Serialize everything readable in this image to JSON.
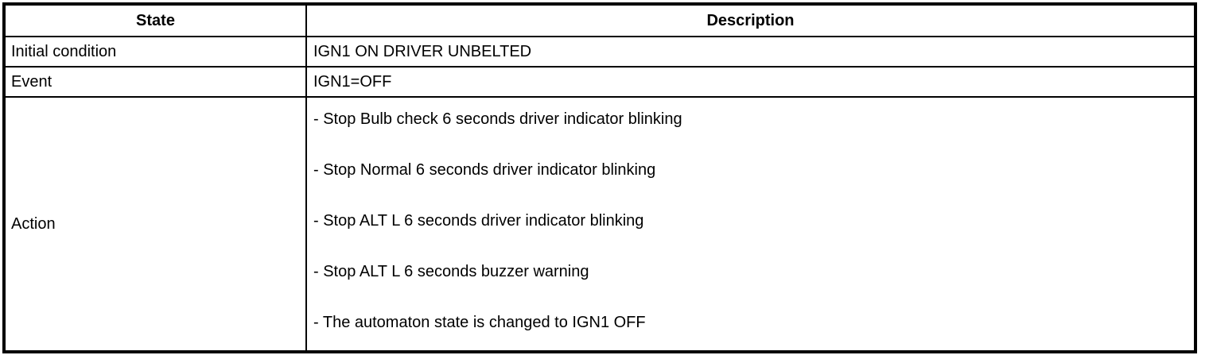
{
  "table": {
    "headers": {
      "state": "State",
      "description": "Description"
    },
    "rows": {
      "initial_condition": {
        "state": "Initial condition",
        "description": "IGN1 ON DRIVER UNBELTED"
      },
      "event": {
        "state": "Event",
        "description": "IGN1=OFF"
      },
      "action": {
        "state": "Action",
        "items": [
          "- Stop Bulb check 6 seconds driver indicator blinking",
          "- Stop Normal 6 seconds driver indicator blinking",
          "- Stop ALT L 6 seconds driver indicator blinking",
          "- Stop ALT L 6 seconds buzzer warning",
          "- The automaton state is changed to IGN1 OFF"
        ]
      }
    }
  }
}
